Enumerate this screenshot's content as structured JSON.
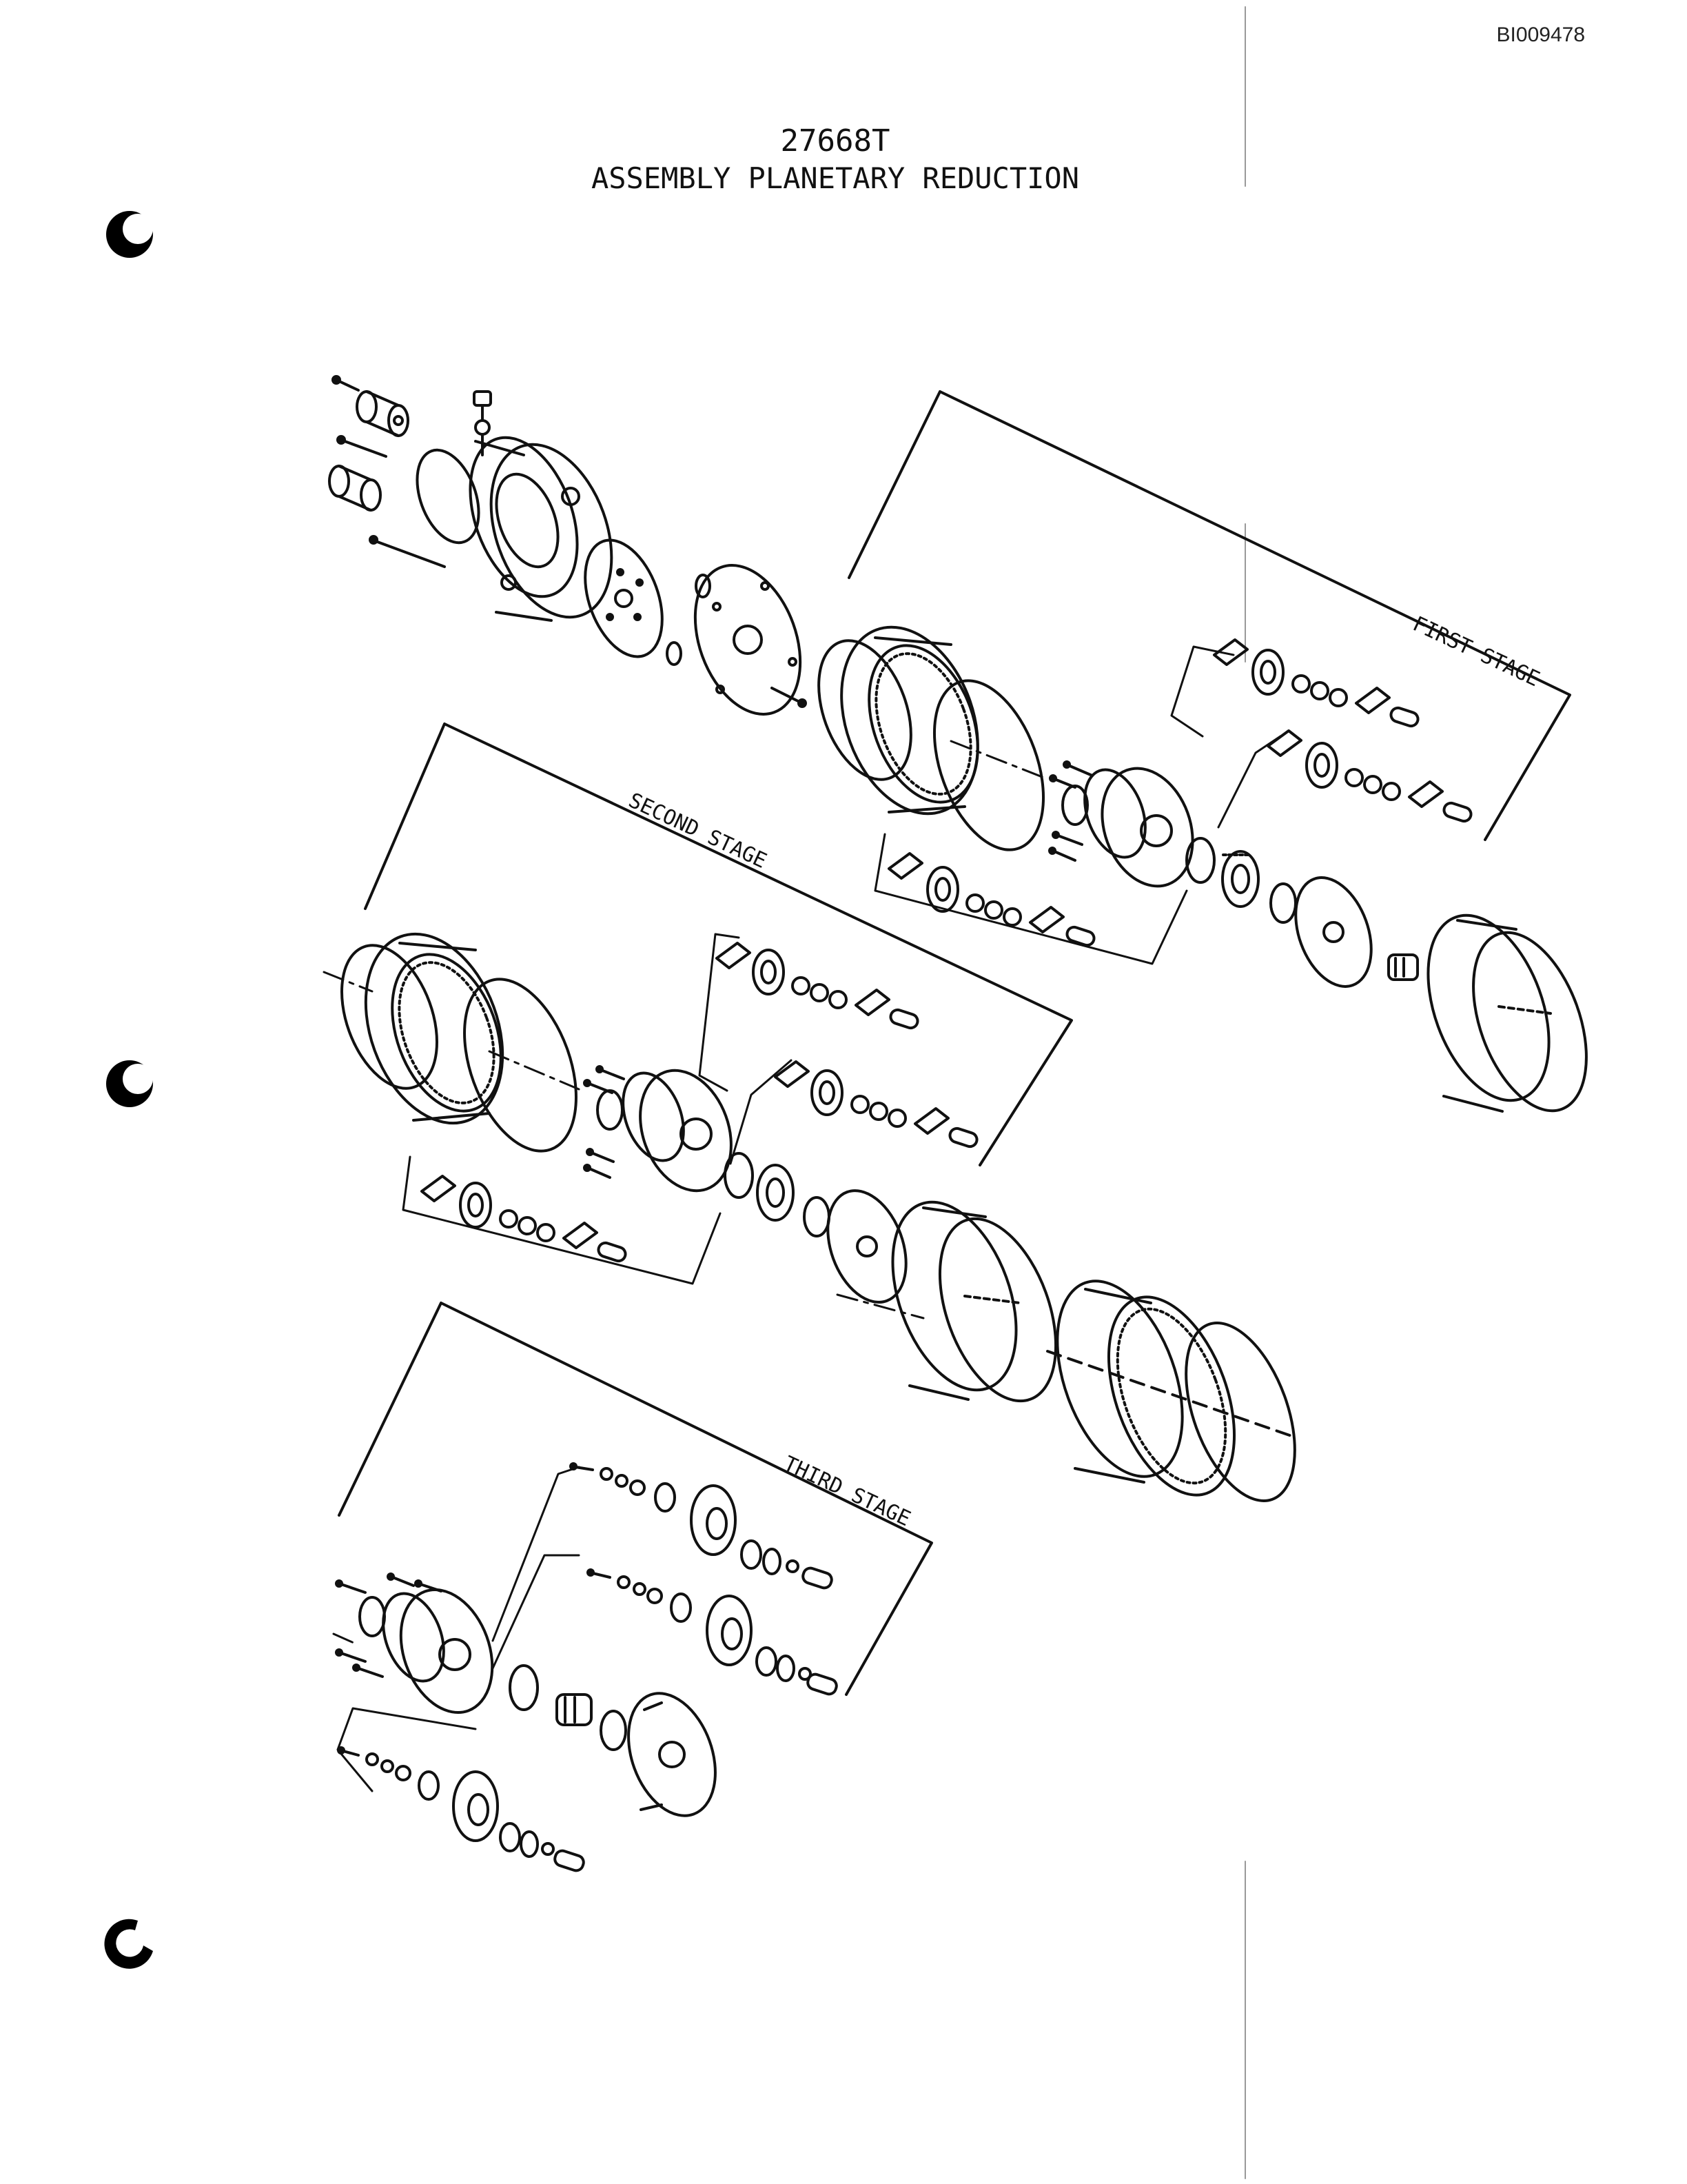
{
  "doc_id": "BI009478",
  "title": {
    "part_number": "27668T",
    "subtitle": "ASSEMBLY PLANETARY REDUCTION"
  },
  "stages": {
    "first": "FIRST STAGE",
    "second": "SECOND STAGE",
    "third": "THIRD STAGE"
  },
  "colors": {
    "ink": "#111111",
    "paper": "#ffffff"
  }
}
